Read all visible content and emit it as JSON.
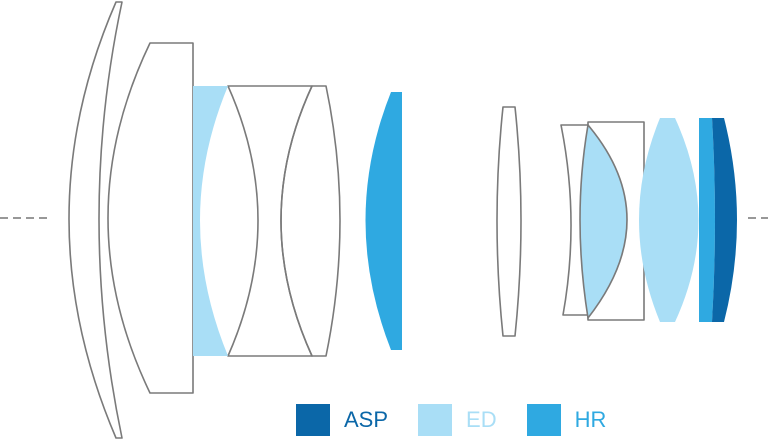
{
  "colors": {
    "outline": "#7a7a7a",
    "axis": "#777777",
    "asp": "#0b67a8",
    "ed": "#a9def6",
    "hr": "#2fa9e1",
    "asp_text": "#0b67a8",
    "ed_text": "#a9def6",
    "hr_text": "#2fa9e1"
  },
  "legend": [
    {
      "id": "asp",
      "label": "ASP"
    },
    {
      "id": "ed",
      "label": "ED"
    },
    {
      "id": "hr",
      "label": "HR"
    }
  ]
}
